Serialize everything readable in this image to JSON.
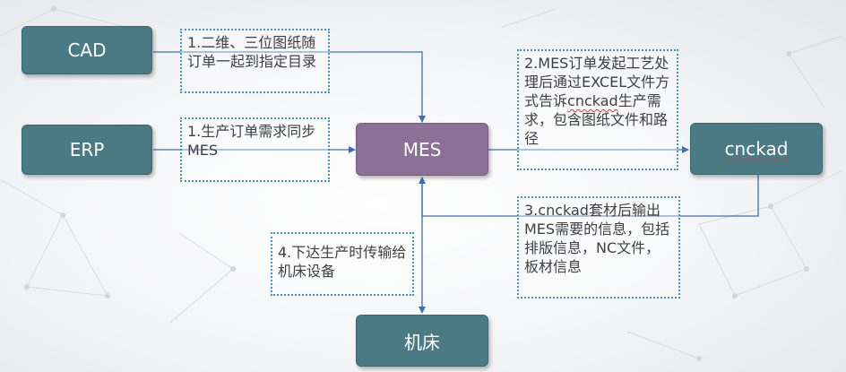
{
  "nodes": {
    "cad": "CAD",
    "erp": "ERP",
    "mes": "MES",
    "cnckad": "cnckad",
    "machine": "机床"
  },
  "notes": {
    "n1": "1.二维、三位图纸随订单一起到指定目录",
    "n2": "1.生产订单需求同步MES",
    "n3_before": "2.MES订单发起工艺处理后通过EXCEL文件方式告诉",
    "n3_word": "cnckad",
    "n3_after": "生产需求，包含图纸文件和路径",
    "n4": "3.cnckad套材后输出MES需要的信息，包括排版信息，NC文件，板材信息",
    "n5": "4.下达生产时传输给机床设备"
  },
  "colors": {
    "node_teal": "#4a7b84",
    "node_purple": "#8c7197",
    "note_border": "#3d8fd6",
    "line": "#3d6fb6"
  }
}
